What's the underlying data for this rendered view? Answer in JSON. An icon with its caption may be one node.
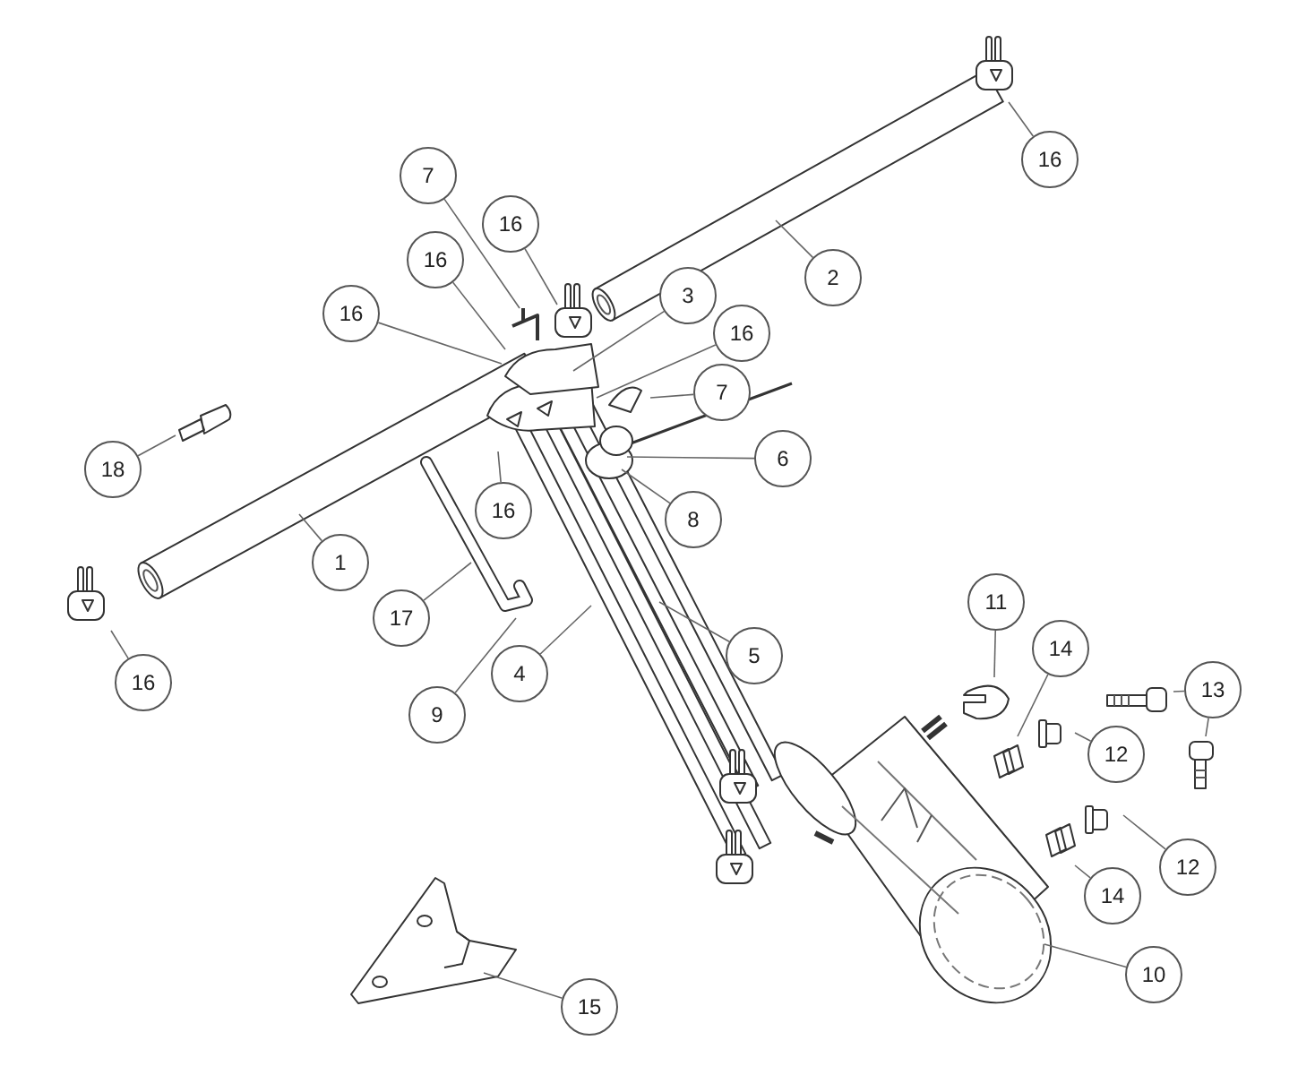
{
  "diagram": {
    "nodes": [
      {
        "text": [
          "16"
        ]
      },
      {
        "text": [
          "7"
        ]
      },
      {
        "text": [
          "16"
        ]
      },
      {
        "text": [
          "16"
        ]
      },
      {
        "text": [
          "2"
        ]
      },
      {
        "text": [
          "3"
        ]
      },
      {
        "text": [
          "16"
        ]
      },
      {
        "text": [
          "16"
        ]
      },
      {
        "text": [
          "7"
        ]
      },
      {
        "text": [
          "6"
        ]
      },
      {
        "text": [
          "18"
        ]
      },
      {
        "text": [
          "16"
        ]
      },
      {
        "text": [
          "8"
        ]
      },
      {
        "text": [
          "1"
        ]
      },
      {
        "text": [
          "11"
        ]
      },
      {
        "text": [
          "17"
        ]
      },
      {
        "text": [
          "14"
        ]
      },
      {
        "text": [
          "5"
        ]
      },
      {
        "text": [
          "4"
        ]
      },
      {
        "text": [
          "16"
        ]
      },
      {
        "text": [
          "13"
        ]
      },
      {
        "text": [
          "9"
        ]
      },
      {
        "text": [
          "12"
        ]
      },
      {
        "text": [
          "12"
        ]
      },
      {
        "text": [
          "14"
        ]
      },
      {
        "text": [
          "10"
        ]
      },
      {
        "text": [
          "15"
        ]
      }
    ],
    "edges": [
      {
        "from": 0,
        "to": null,
        "arrow": "none"
      },
      {
        "from": 1,
        "to": null,
        "arrow": "none"
      },
      {
        "from": 2,
        "to": null,
        "arrow": "none"
      },
      {
        "from": 3,
        "to": null,
        "arrow": "none"
      },
      {
        "from": 4,
        "to": null,
        "arrow": "none"
      },
      {
        "from": 5,
        "to": null,
        "arrow": "none"
      },
      {
        "from": 6,
        "to": null,
        "arrow": "none"
      },
      {
        "from": 7,
        "to": null,
        "arrow": "none"
      },
      {
        "from": 8,
        "to": null,
        "arrow": "none"
      },
      {
        "from": 9,
        "to": null,
        "arrow": "none"
      },
      {
        "from": 10,
        "to": null,
        "arrow": "none"
      },
      {
        "from": 11,
        "to": null,
        "arrow": "none"
      },
      {
        "from": 12,
        "to": null,
        "arrow": "none"
      },
      {
        "from": 13,
        "to": null,
        "arrow": "none"
      },
      {
        "from": 14,
        "to": null,
        "arrow": "none"
      },
      {
        "from": 15,
        "to": null,
        "arrow": "none"
      },
      {
        "from": 16,
        "to": null,
        "arrow": "none"
      },
      {
        "from": 17,
        "to": null,
        "arrow": "none"
      },
      {
        "from": 18,
        "to": null,
        "arrow": "none"
      },
      {
        "from": 19,
        "to": null,
        "arrow": "none"
      },
      {
        "from": 20,
        "to": null,
        "arrow": "none"
      },
      {
        "from": 20,
        "to": null,
        "arrow": "none"
      },
      {
        "from": 21,
        "to": null,
        "arrow": "none"
      },
      {
        "from": 22,
        "to": null,
        "arrow": "none"
      },
      {
        "from": 23,
        "to": null,
        "arrow": "none"
      },
      {
        "from": 24,
        "to": null,
        "arrow": "none"
      },
      {
        "from": 25,
        "to": null,
        "arrow": "none"
      },
      {
        "from": 26,
        "to": null,
        "arrow": "none"
      }
    ]
  }
}
